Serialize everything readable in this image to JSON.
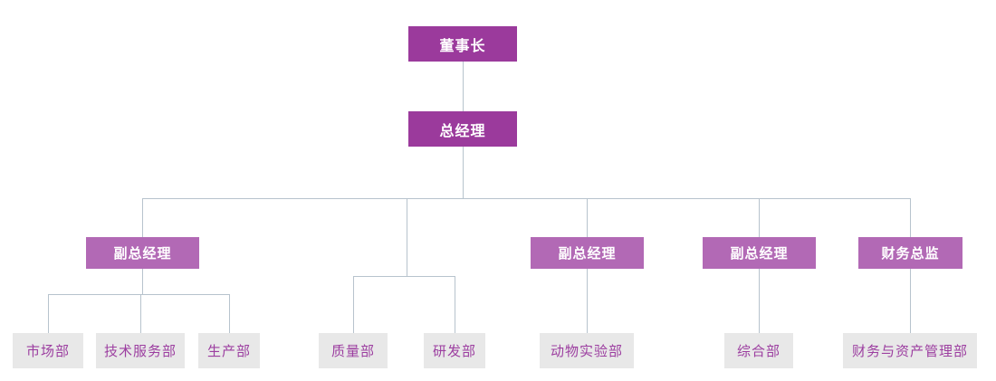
{
  "org": {
    "type": "org-chart",
    "nodes": {
      "chairman": {
        "label": "董事长",
        "level": 1
      },
      "general_manager": {
        "label": "总经理",
        "level": 2,
        "reports_to": "chairman"
      },
      "executives": [
        {
          "label": "副总经理",
          "level": 3,
          "reports_to": "general_manager"
        },
        {
          "label": "副总经理",
          "level": 3,
          "reports_to": "general_manager"
        },
        {
          "label": "副总经理",
          "level": 3,
          "reports_to": "general_manager"
        },
        {
          "label": "财务总监",
          "level": 3,
          "reports_to": "general_manager"
        }
      ],
      "departments": [
        {
          "label": "市场部",
          "level": 4,
          "reports_to": "executives.0"
        },
        {
          "label": "技术服务部",
          "level": 4,
          "reports_to": "executives.0"
        },
        {
          "label": "生产部",
          "level": 4,
          "reports_to": "executives.0"
        },
        {
          "label": "质量部",
          "level": 4,
          "reports_to": "general_manager"
        },
        {
          "label": "研发部",
          "level": 4,
          "reports_to": "general_manager"
        },
        {
          "label": "动物实验部",
          "level": 4,
          "reports_to": "executives.1"
        },
        {
          "label": "综合部",
          "level": 4,
          "reports_to": "executives.2"
        },
        {
          "label": "财务与资产管理部",
          "level": 4,
          "reports_to": "executives.3"
        }
      ]
    },
    "colors": {
      "top_box_bg": "#9B3A9C",
      "executive_box_bg": "#B269B5",
      "department_box_bg": "#E8E8E8",
      "department_text": "#9C3EA0",
      "top_text": "#FFFFFF",
      "connector_line": "#B7C3CD",
      "background": "#FFFFFF"
    }
  }
}
